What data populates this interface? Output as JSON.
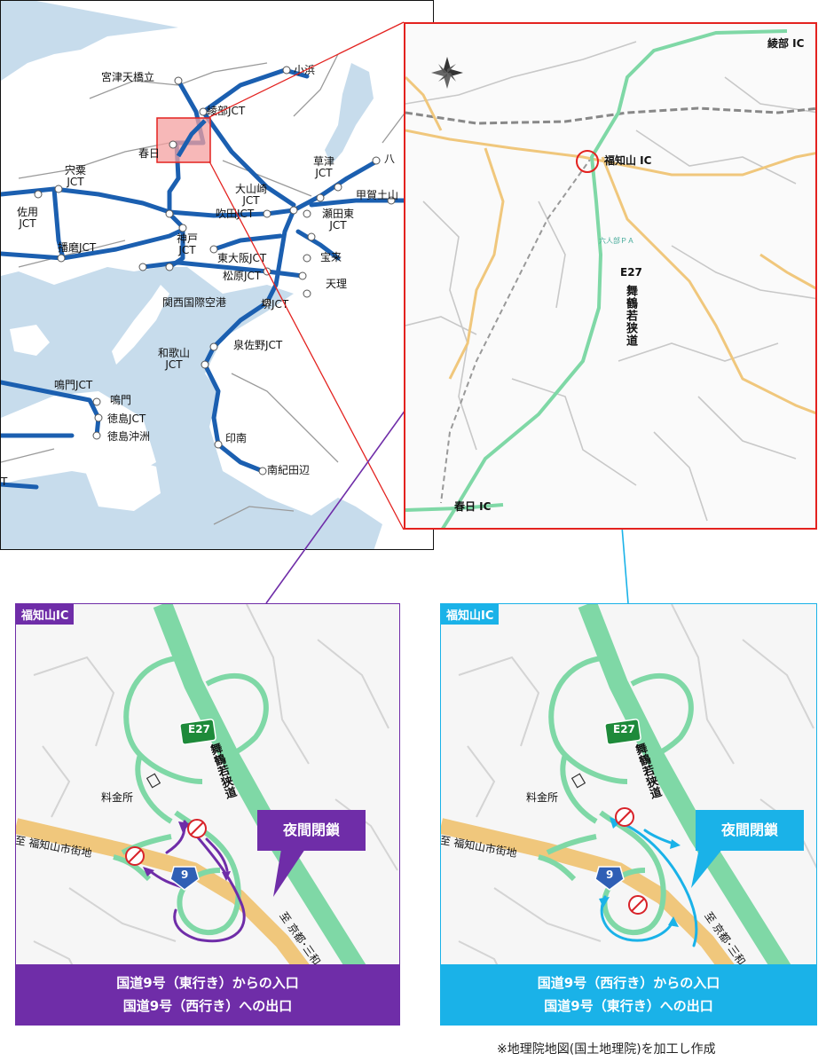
{
  "overview_map": {
    "labels": {
      "miyazu": "宮津天橋立",
      "obama": "小浜",
      "ayabe_jct": "綾部JCT",
      "kasuga": "春日",
      "kusatsu_jct": "草津\nJCT",
      "hachi": "八",
      "ichinomiya_jct": "宍粟\nJCT",
      "oyamazaki_jct": "大山崎\nJCT",
      "koka": "甲賀土山",
      "sayo_jct": "佐用\nJCT",
      "suita_jct": "吹田JCT",
      "seta_jct": "瀬田東\nJCT",
      "kobe_jct": "神戸\nJCT",
      "harima_jct": "播磨JCT",
      "higashiosaka_jct": "東大阪JCT",
      "hokko": "宝来",
      "matsubara_jct": "松原JCT",
      "tenri": "天理",
      "kix": "関西国際空港",
      "sakai_jct": "堺JCT",
      "izumisano_jct": "泉佐野JCT",
      "wakayama_jct": "和歌山\nJCT",
      "naruto_jct": "鳴門JCT",
      "naruto": "鳴門",
      "tokushima_jct": "徳島JCT",
      "tokushima_oki": "徳島沖洲",
      "inami": "印南",
      "minamikii": "南紀田辺",
      "edge_t": "T"
    }
  },
  "detail_map": {
    "ayabe_ic": "綾部 IC",
    "fukuchiyama_ic": "福知山 IC",
    "route_code": "E27",
    "route_name": "舞鶴若狭道",
    "kasuga_ic": "春日 IC",
    "pa_label": "六人部ＰＡ"
  },
  "panels": [
    {
      "tag": "福知山IC",
      "accent": "#6f2da8",
      "callout": "夜間閉鎖",
      "caption_line1": "国道9号（東行き）からの入口",
      "caption_line2": "国道9号（西行き）への出口",
      "route_shield": "E27",
      "route_name": "舞鶴若狭道",
      "national_route": "9",
      "toll_label": "料金所",
      "to_city": "至 福知山市街地",
      "to_kyoto": "至 京都･三和"
    },
    {
      "tag": "福知山IC",
      "accent": "#1ab2e8",
      "callout": "夜間閉鎖",
      "caption_line1": "国道9号（西行き）からの入口",
      "caption_line2": "国道9号（東行き）への出口",
      "route_shield": "E27",
      "route_name": "舞鶴若狭道",
      "national_route": "9",
      "toll_label": "料金所",
      "to_city": "至 福知山市街地",
      "to_kyoto": "至 京都･三和"
    }
  ],
  "footnote": "※地理院地図(国土地理院)を加工し作成",
  "colors": {
    "sea": "#c7dcec",
    "expressway_blue": "#1b5fb0",
    "expressway_green": "#7fd8a6",
    "national_route_orange": "#f0c77c",
    "frame_red": "#e3221f",
    "highlight_pink": "#f4a0a0",
    "panel_purple": "#6f2da8",
    "panel_cyan": "#1ab2e8",
    "closed_red": "#d8232a"
  }
}
